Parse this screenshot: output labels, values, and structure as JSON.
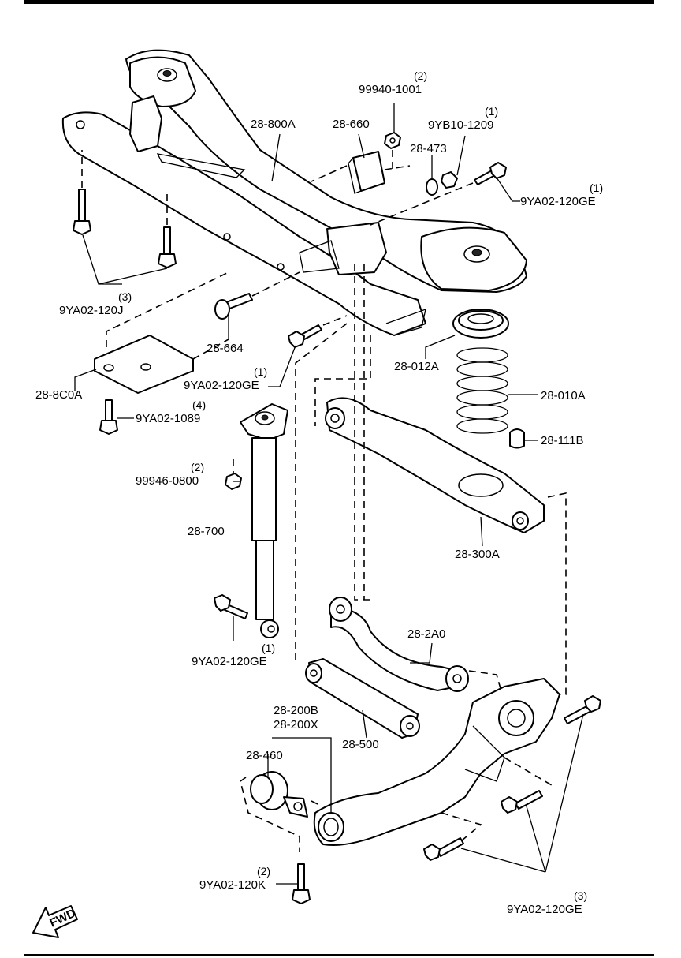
{
  "parts": [
    {
      "id": "p28800A",
      "number": "28-800A",
      "qty": ""
    },
    {
      "id": "p28660",
      "number": "28-660",
      "qty": ""
    },
    {
      "id": "p99940",
      "number": "99940-1001",
      "qty": "(2)"
    },
    {
      "id": "p9YB10",
      "number": "9YB10-1209",
      "qty": "(1)"
    },
    {
      "id": "p28473",
      "number": "28-473",
      "qty": ""
    },
    {
      "id": "p9YA02GE_a",
      "number": "9YA02-120GE",
      "qty": "(1)"
    },
    {
      "id": "p9YA02J",
      "number": "9YA02-120J",
      "qty": "(3)"
    },
    {
      "id": "p28664",
      "number": "28-664",
      "qty": ""
    },
    {
      "id": "p28012A",
      "number": "28-012A",
      "qty": ""
    },
    {
      "id": "p9YA02GE_b",
      "number": "9YA02-120GE",
      "qty": "(1)"
    },
    {
      "id": "p288C0A",
      "number": "28-8C0A",
      "qty": ""
    },
    {
      "id": "p28010A",
      "number": "28-010A",
      "qty": ""
    },
    {
      "id": "p9YA021089",
      "number": "9YA02-1089",
      "qty": "(4)"
    },
    {
      "id": "p28111B",
      "number": "28-111B",
      "qty": ""
    },
    {
      "id": "p99946",
      "number": "99946-0800",
      "qty": "(2)"
    },
    {
      "id": "p28700",
      "number": "28-700",
      "qty": ""
    },
    {
      "id": "p28300A",
      "number": "28-300A",
      "qty": ""
    },
    {
      "id": "p9YA02GE_c",
      "number": "9YA02-120GE",
      "qty": "(1)"
    },
    {
      "id": "p282A0",
      "number": "28-2A0",
      "qty": ""
    },
    {
      "id": "p28200B",
      "number": "28-200B",
      "qty": ""
    },
    {
      "id": "p28200X",
      "number": "28-200X",
      "qty": ""
    },
    {
      "id": "p28500",
      "number": "28-500",
      "qty": ""
    },
    {
      "id": "p28460",
      "number": "28-460",
      "qty": ""
    },
    {
      "id": "p9YA02K",
      "number": "9YA02-120K",
      "qty": "(2)"
    },
    {
      "id": "p9YA02GE_d",
      "number": "9YA02-120GE",
      "qty": "(3)"
    }
  ],
  "direction_label": "FWD"
}
